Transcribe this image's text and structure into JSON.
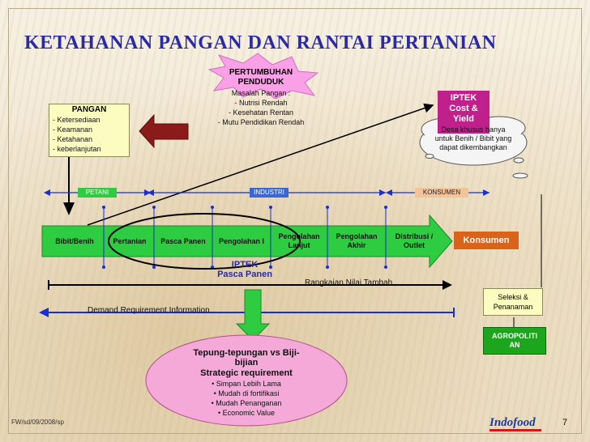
{
  "title": "KETAHANAN PANGAN DAN RANTAI PERTANIAN",
  "pertumbuhan": {
    "title_l1": "PERTUMBUHAN",
    "title_l2": "PENDUDUK",
    "lines": [
      "Masalah Pangan :",
      "- Nutrisi Rendah",
      "- Kesehatan Rentan",
      "- Mutu Pendidikan Rendah"
    ]
  },
  "pangan": {
    "title": "PANGAN",
    "items": [
      "Ketersediaan",
      "Keamanan",
      "Ketahanan",
      "keberlanjutan"
    ]
  },
  "iptek_cost": {
    "l1": "IPTEK",
    "l2": "Cost &",
    "l3": "Yield"
  },
  "cloud": {
    "text": "Desa khusus hanya untuk Benih / Bibit yang dapat dikembangkan"
  },
  "segments": {
    "petani": "PETANI",
    "industri": "INDUSTRI",
    "konsumen": "KONSUMEN"
  },
  "stages": [
    "Bibit/Benih",
    "Pertanian",
    "Pasca Panen",
    "Pengolahan I",
    "Pengolahan Lanjut",
    "Pengolahan Akhir",
    "Distribusi / Outlet"
  ],
  "konsumen_box": "Konsumen",
  "iptek_pasca": {
    "l1": "IPTEK",
    "l2": "Pasca Panen"
  },
  "rangkaian": "Rangkaian Nilai Tambah",
  "demand": "Demand Requirement Information",
  "seleksi": {
    "l1": "Seleksi &",
    "l2": "Penanaman"
  },
  "agropolitan": {
    "l1": "AGROPOLITI",
    "l2": "AN"
  },
  "tepung": {
    "l1": "Tepung-tepungan vs Biji-",
    "l2": "bijian",
    "l3": "Strategic requirement",
    "items": [
      "Simpan Lebih Lama",
      "Mudah di fortifikasi",
      "Mudah Penanganan",
      "Economic Value"
    ]
  },
  "footer_left": "FW/sd/09/2008/sp",
  "logo": "Indofood",
  "page_number": "7",
  "colors": {
    "title": "#2a2aa6",
    "arrow_green": "#2ecc40",
    "konsumen": "#d9631a",
    "agropolitan": "#1ea51e",
    "tepung": "#f4a9d8",
    "pertumbuhan": "#f9a0e6"
  }
}
